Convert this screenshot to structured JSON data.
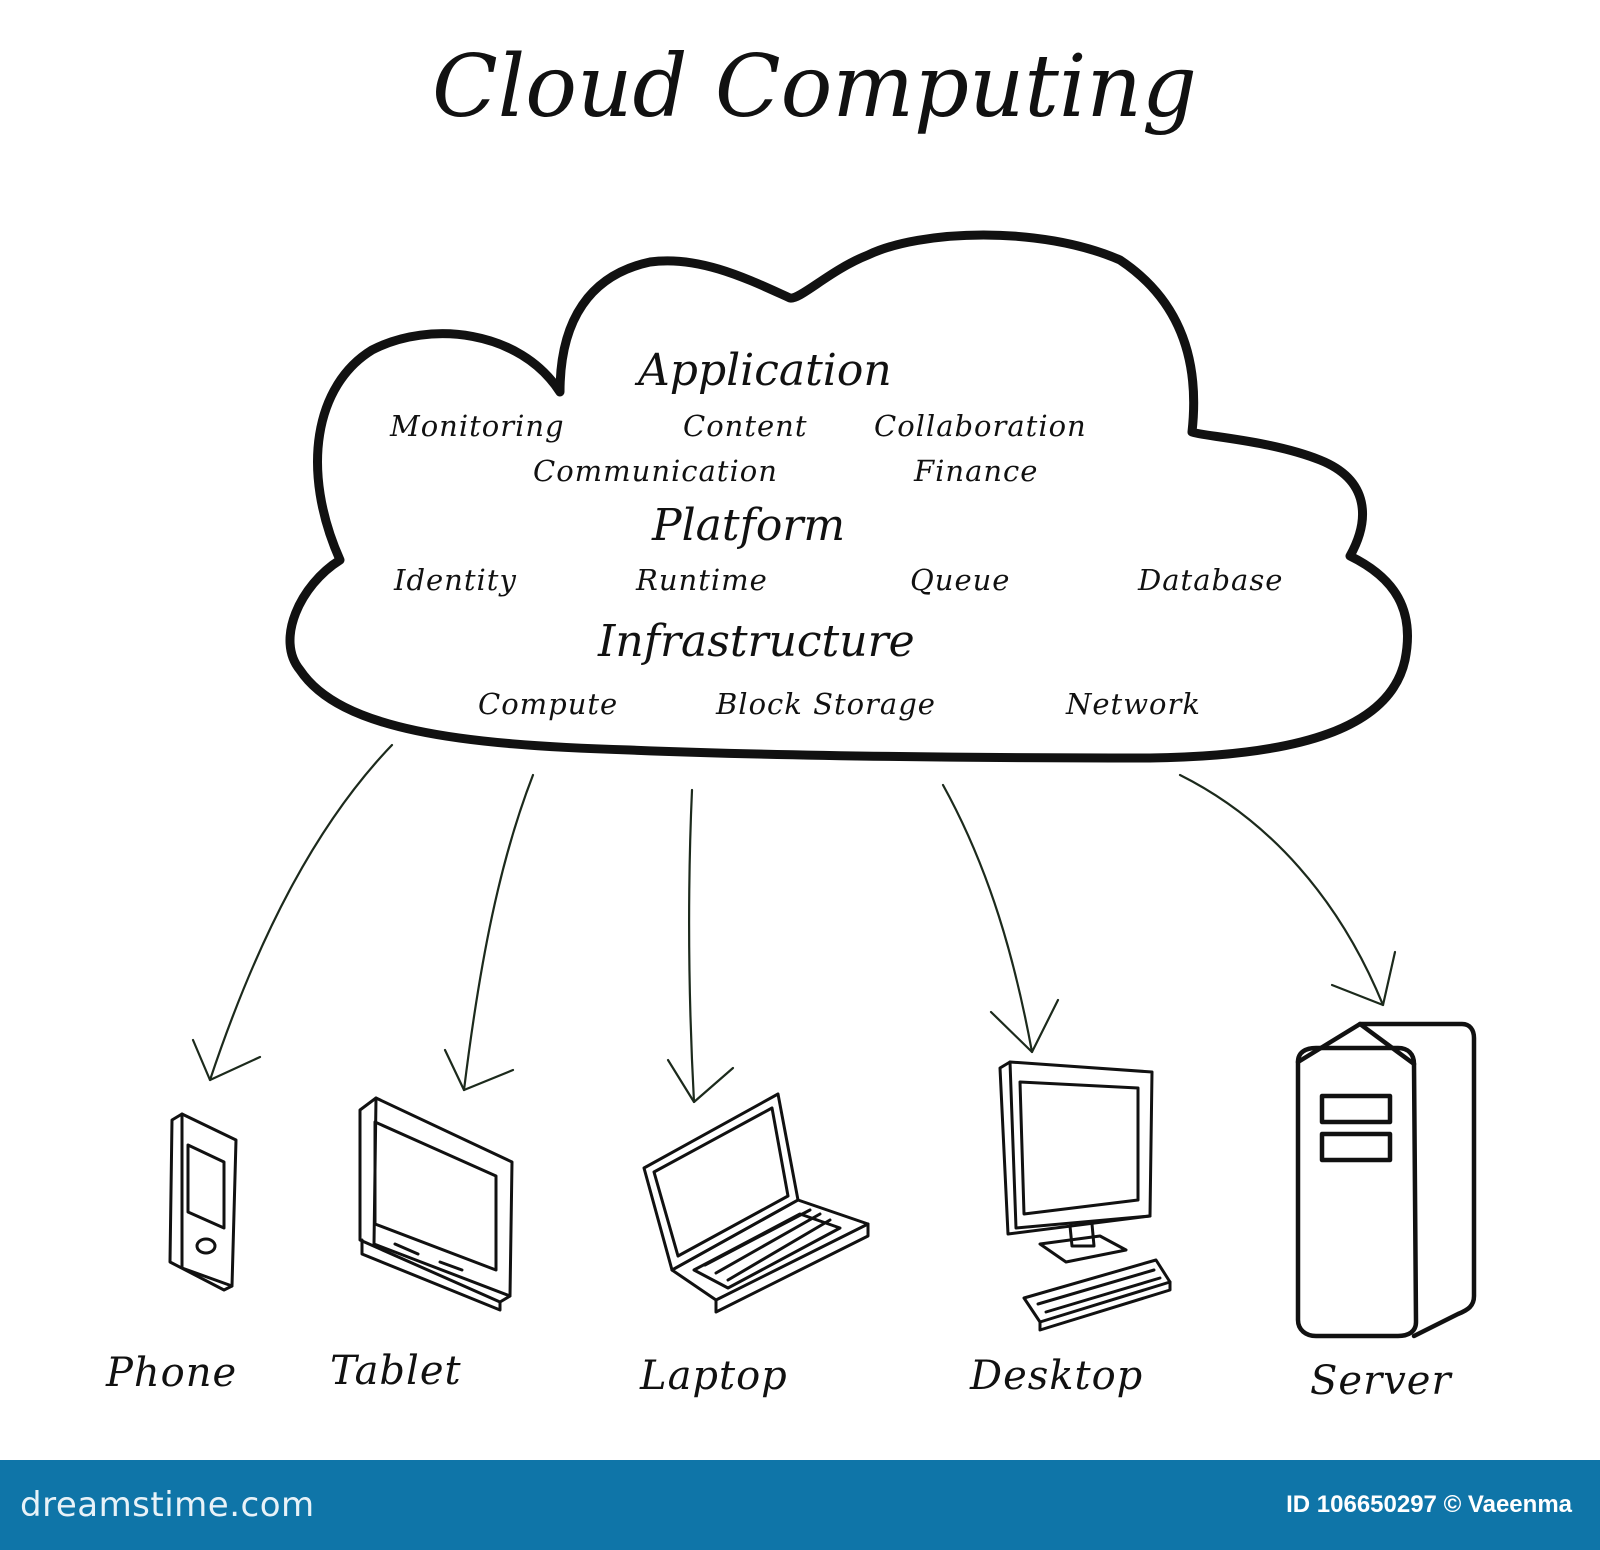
{
  "title": "Cloud Computing",
  "layers": [
    {
      "name": "Application",
      "items": [
        "Monitoring",
        "Content",
        "Collaboration",
        "Communication",
        "Finance"
      ]
    },
    {
      "name": "Platform",
      "items": [
        "Identity",
        "Runtime",
        "Queue",
        "Database"
      ]
    },
    {
      "name": "Infrastructure",
      "items": [
        "Compute",
        "Block Storage",
        "Network"
      ]
    }
  ],
  "devices": [
    {
      "label": "Phone",
      "icon": "phone-icon"
    },
    {
      "label": "Tablet",
      "icon": "tablet-icon"
    },
    {
      "label": "Laptop",
      "icon": "laptop-icon"
    },
    {
      "label": "Desktop",
      "icon": "desktop-icon"
    },
    {
      "label": "Server",
      "icon": "server-icon"
    }
  ],
  "footer": {
    "brand": "dreamstime.com",
    "credit": "ID 106650297 © Vaeenma"
  },
  "colors": {
    "ink": "#111111",
    "footer_bg": "#0f75a8"
  }
}
